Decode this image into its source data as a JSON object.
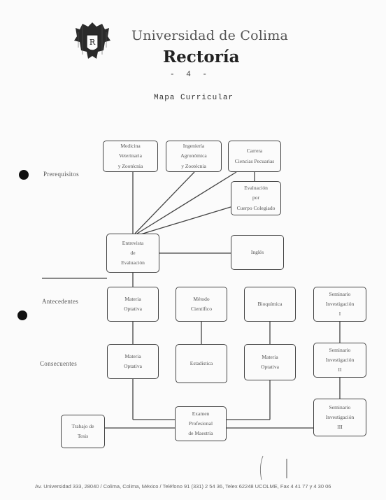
{
  "header": {
    "institution": "Universidad de Colima",
    "department": "Rectoría",
    "page_number": "- 4 -",
    "title": "Mapa Curricular"
  },
  "side_labels": {
    "prerequisites": "Prerequisitos",
    "antecedents": "Antecedentes",
    "consequents": "Consecuentes"
  },
  "boxes": {
    "medicina": [
      "Medicina",
      "Veterinaria",
      "y Zootécnia"
    ],
    "ingenieria": [
      "Ingeniería",
      "Agronómica",
      "y Zootécnia"
    ],
    "carrera": [
      "Carrera",
      "Ciencias Pecuarias"
    ],
    "evaluacion": [
      "Evaluación",
      "por",
      "Cuerpo Colegiado"
    ],
    "entrevista": [
      "Entrevista",
      "de",
      "Evaluación"
    ],
    "ingles": [
      "Inglés"
    ],
    "optativa_1": [
      "Materia",
      "Optativa"
    ],
    "metodo": [
      "Método",
      "Científico"
    ],
    "bioquimica": [
      "Bioquímica"
    ],
    "seminario_1": [
      "Seminario",
      "Investigación",
      "I"
    ],
    "optativa_2": [
      "Materia",
      "Optativa"
    ],
    "estadistica": [
      "Estadística"
    ],
    "optativa_3": [
      "Materia",
      "Optativa"
    ],
    "seminario_2": [
      "Seminario",
      "Investigación",
      "II"
    ],
    "examen": [
      "Examen",
      "Profesional",
      "de Maestría"
    ],
    "trabajo": [
      "Trabajo de",
      "Tesis"
    ],
    "seminario_3": [
      "Seminario",
      "Investigación",
      "III"
    ]
  },
  "footer": "Av. Universidad 333, 28040 / Colima, Colima, México / Teléfono 91 (331) 2 54 36, Telex 62248 UCOLME, Fax 4 41 77 y 4 30 06"
}
